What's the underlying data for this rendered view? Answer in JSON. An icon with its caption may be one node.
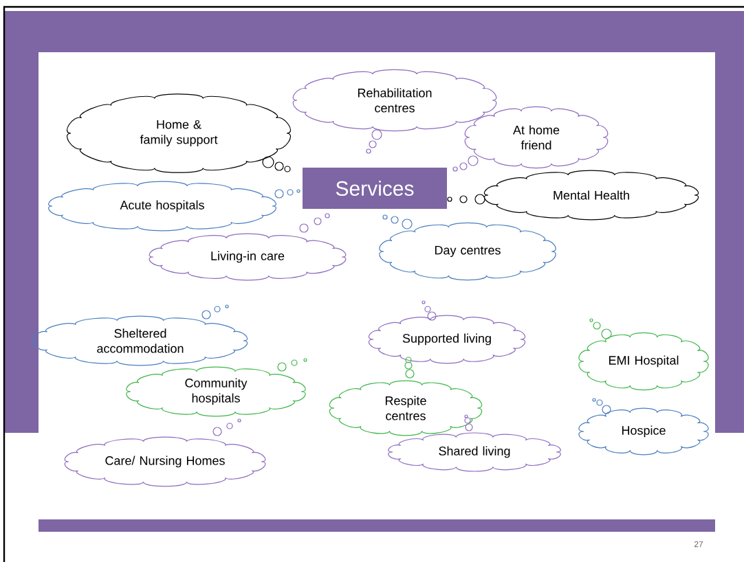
{
  "diagram": {
    "nodes": [
      {
        "text": [
          "Services"
        ]
      },
      {
        "text": [
          "Home & family support"
        ]
      },
      {
        "text": [
          "Rehabilitation centres"
        ]
      },
      {
        "text": [
          "At home friend"
        ]
      },
      {
        "text": [
          "Acute hospitals"
        ]
      },
      {
        "text": [
          "Mental Health"
        ]
      },
      {
        "text": [
          "Living-in care"
        ]
      },
      {
        "text": [
          "Day centres"
        ]
      },
      {
        "text": [
          "Sheltered accommodation"
        ]
      },
      {
        "text": [
          "Community hospitals"
        ]
      },
      {
        "text": [
          "Supported living"
        ]
      },
      {
        "text": [
          "Respite centres"
        ]
      },
      {
        "text": [
          "EMI Hospital"
        ]
      },
      {
        "text": [
          "Care/ Nursing Homes"
        ]
      },
      {
        "text": [
          "Shared living"
        ]
      },
      {
        "text": [
          "Hospice"
        ]
      }
    ],
    "labels": [
      "27"
    ]
  }
}
